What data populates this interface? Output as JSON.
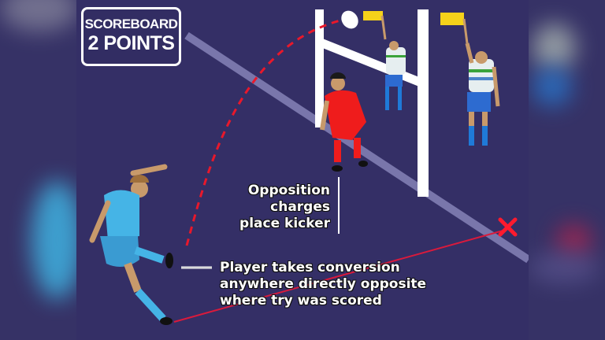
{
  "scoreboard": {
    "title": "SCOREBOARD",
    "points": "2 POINTS"
  },
  "captions": {
    "opposition": [
      "Opposition",
      "charges",
      "place kicker"
    ],
    "player": [
      "Player takes conversion",
      "anywhere directly opposite",
      "where try was scored"
    ]
  },
  "colors": {
    "background": "#342f66",
    "trajectory": "#e8182b",
    "posts": "#ffffff",
    "kicker_kit": "#45b4e6",
    "opposition_kit": "#ef1c1c",
    "touch_judge_flag": "#f5d21a",
    "try_marker": "#ff1a2e"
  },
  "elements": {
    "kicker": "place-kicker-figure",
    "opposition": "opposition-player-figure",
    "touch_judges": [
      "touch-judge-left",
      "touch-judge-right"
    ],
    "ball": "rugby-ball",
    "posts": "goal-posts",
    "try_marker": "x-mark-icon"
  }
}
